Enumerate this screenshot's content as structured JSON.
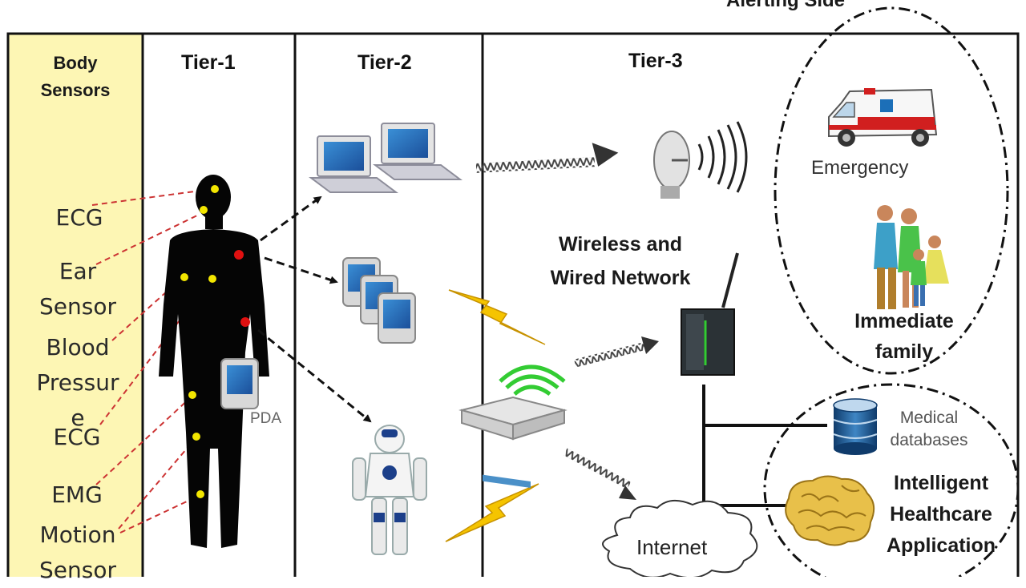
{
  "side": {
    "title": "Alerting Side"
  },
  "tiers": {
    "body_sensors": "Body\nSensors",
    "tier1": "Tier-1",
    "tier2": "Tier-2",
    "tier3": "Tier-3"
  },
  "sensors": [
    "ECG",
    "Ear\nSensor",
    "Blood\nPressur\ne",
    "ECG",
    "EMG",
    "Motion\nSensor"
  ],
  "labels": {
    "pda": "PDA",
    "network": "Wireless and\nWired Network",
    "emergency": "Emergency",
    "family": "Immediate\nfamily",
    "databases": "Medical\ndatabases",
    "application": "Intelligent\nHealthcare\nApplication",
    "internet": "Internet"
  },
  "colors": {
    "sensor_panel": "#fdf6b4",
    "sensor_dot": "#f3e600",
    "sensor_dot_alt": "#e01010",
    "dashed_link": "#cc3333",
    "lightning": "#f5c400",
    "router_signal": "#33cc33"
  }
}
